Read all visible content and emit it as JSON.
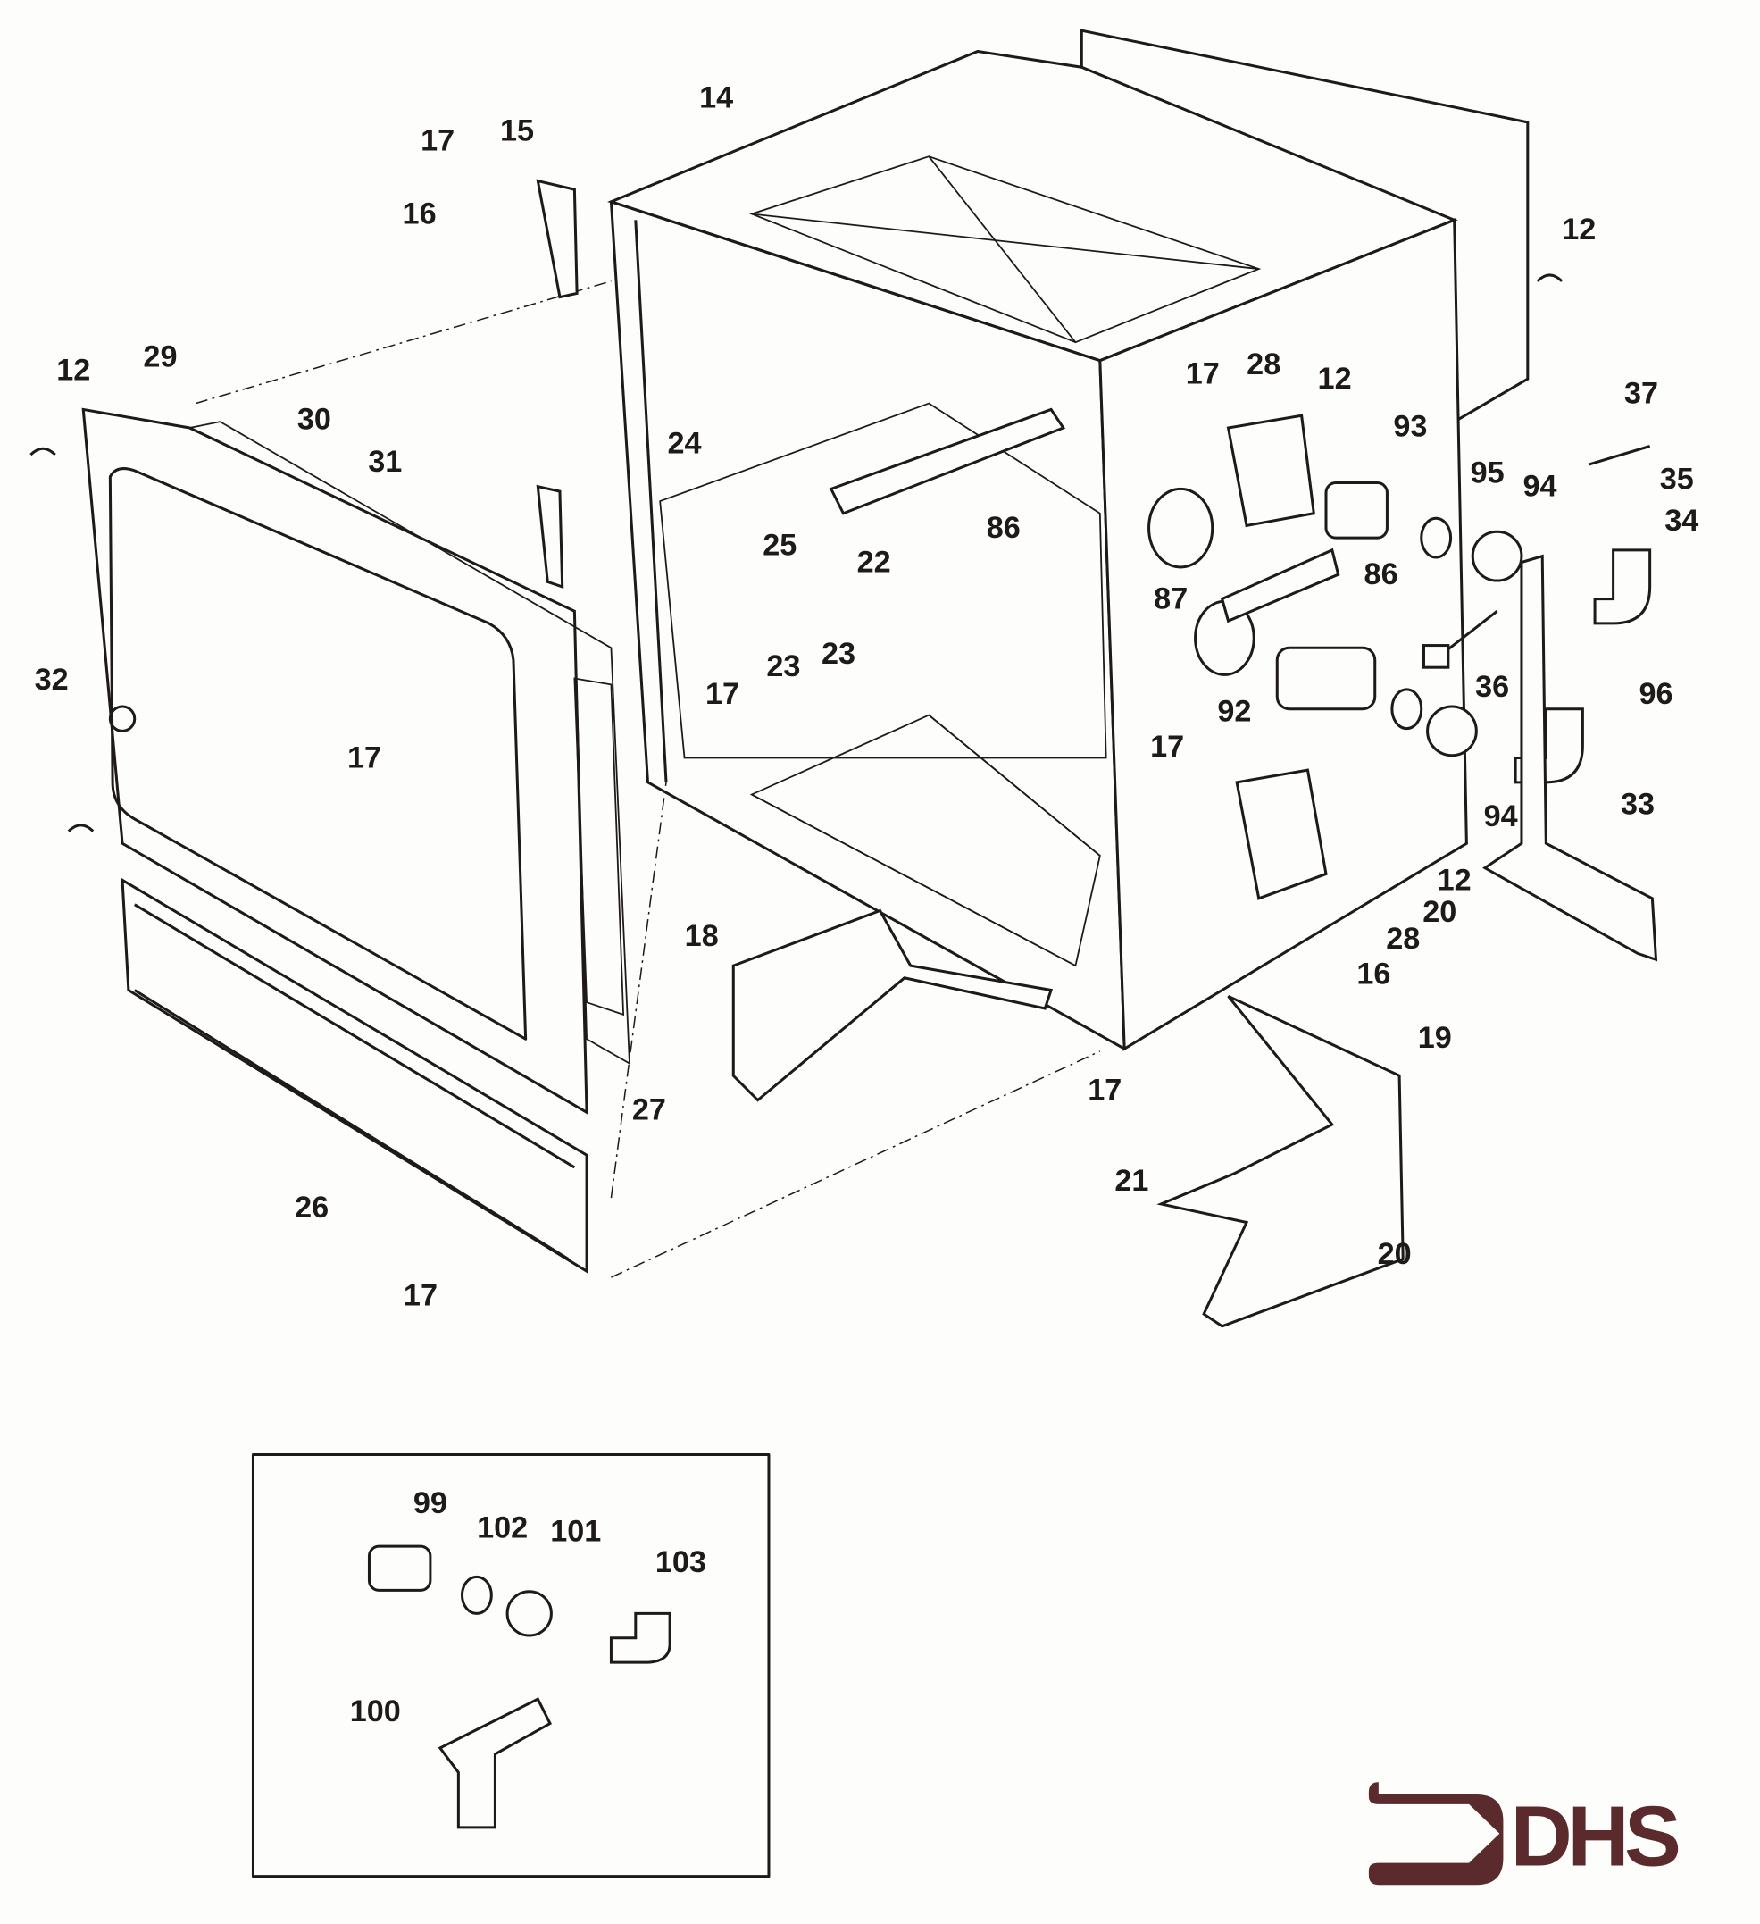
{
  "diagram": {
    "title": "Exploded parts view – cabinet, door and fittings",
    "ink_color": "#1e1a1a",
    "logo": {
      "text": "DHS",
      "color": "#5a2a2c"
    },
    "labels": [
      "14",
      "17",
      "15",
      "16",
      "12",
      "12",
      "29",
      "30",
      "31",
      "24",
      "17",
      "28",
      "12",
      "93",
      "37",
      "95",
      "94",
      "35",
      "34",
      "86",
      "22",
      "25",
      "86",
      "87",
      "23",
      "23",
      "36",
      "96",
      "32",
      "17",
      "92",
      "17",
      "17",
      "33",
      "94",
      "12",
      "20",
      "28",
      "18",
      "16",
      "19",
      "17",
      "27",
      "26",
      "21",
      "20",
      "17"
    ],
    "inset": {
      "labels": [
        "99",
        "102",
        "101",
        "103",
        "100"
      ]
    }
  }
}
